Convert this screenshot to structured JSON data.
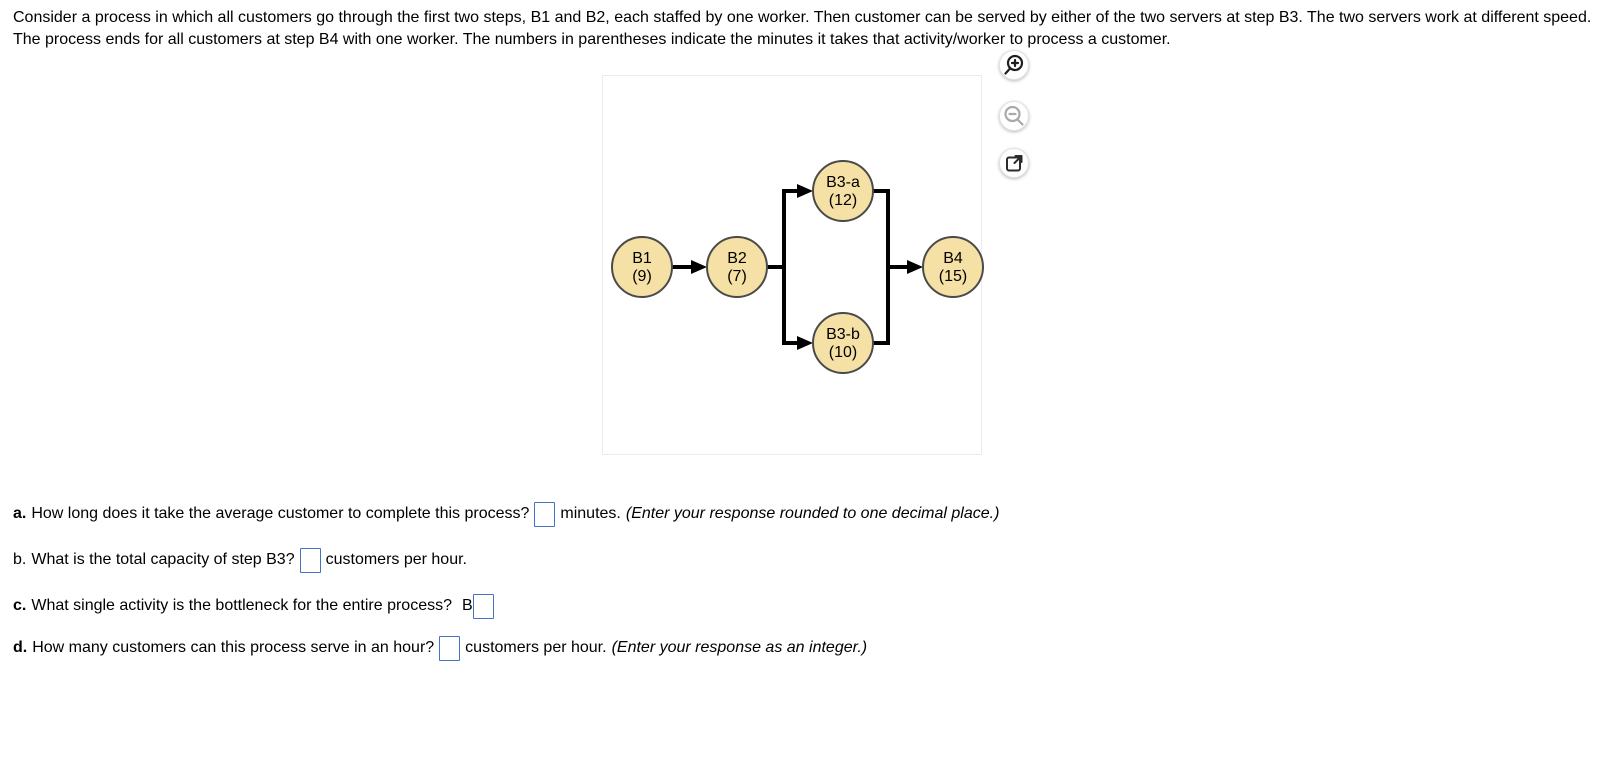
{
  "intro": {
    "text": "Consider a process in which all customers go through the first two steps, B1 and B2, each staffed by one worker. Then customer can be served by either of the two servers at step B3. The two servers work at different speed. The process ends for all customers at step B4 with one worker. The numbers in parentheses indicate the minutes it takes that activity/worker to process a customer."
  },
  "diagram": {
    "type": "process-flow",
    "node_fill": "#f5e0a6",
    "node_stroke": "#4a4a4a",
    "edge_color": "#000000",
    "nodes": [
      {
        "id": "B1",
        "label": "B1",
        "time": "(9)"
      },
      {
        "id": "B2",
        "label": "B2",
        "time": "(7)"
      },
      {
        "id": "B3-a",
        "label": "B3-a",
        "time": "(12)"
      },
      {
        "id": "B3-b",
        "label": "B3-b",
        "time": "(10)"
      },
      {
        "id": "B4",
        "label": "B4",
        "time": "(15)"
      }
    ],
    "edges": [
      [
        "B1",
        "B2"
      ],
      [
        "B2",
        "B3-a"
      ],
      [
        "B2",
        "B3-b"
      ],
      [
        "B3-a",
        "B4"
      ],
      [
        "B3-b",
        "B4"
      ]
    ]
  },
  "toolbar": {
    "buttons": [
      {
        "name": "zoom-in",
        "icon": "magnifier-plus-icon",
        "color": "#1f1f1f"
      },
      {
        "name": "zoom-out",
        "icon": "magnifier-minus-icon",
        "color": "#a9a9a9",
        "state": "disabled"
      },
      {
        "name": "open-in-new-window",
        "icon": "external-link-icon",
        "color": "#2b2b2b"
      }
    ]
  },
  "questions": [
    {
      "label": "a.",
      "text": "How long does it take the average customer to complete this process?",
      "after_input": "minutes.",
      "hint": "(Enter your response rounded to one decimal place.)",
      "input_value": ""
    },
    {
      "label": "b.",
      "text": "What is the total capacity of step B3?",
      "after_input": "customers per hour.",
      "hint": "",
      "input_value": ""
    },
    {
      "label": "c.",
      "text": "What single activity is the bottleneck for the entire process?",
      "prefix": "B",
      "after_input": "",
      "hint": "",
      "input_value": ""
    },
    {
      "label": "d.",
      "text": "How many customers can this process serve in an hour?",
      "after_input": "customers per hour.",
      "hint": "(Enter your response as an integer.)",
      "input_value": ""
    }
  ]
}
